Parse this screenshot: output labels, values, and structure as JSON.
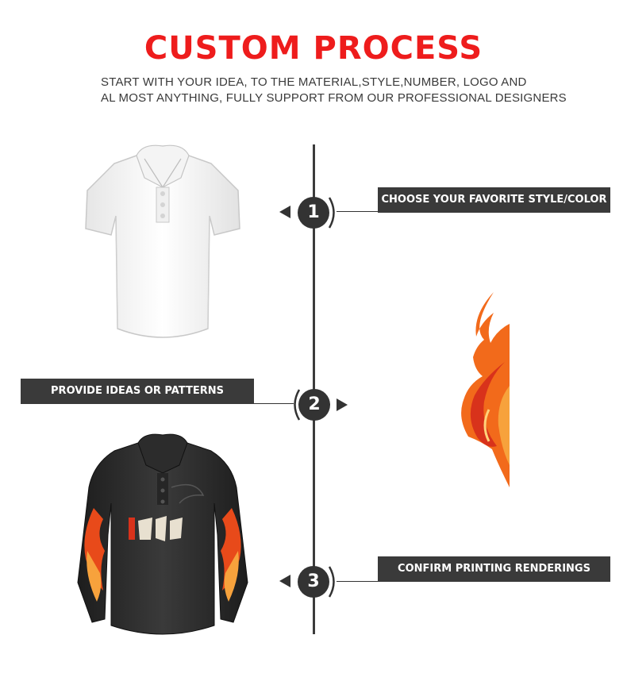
{
  "header": {
    "title": "CUSTOM PROCESS",
    "subtitle_line1": "START WITH YOUR IDEA, TO THE MATERIAL,STYLE,NUMBER, LOGO AND",
    "subtitle_line2": "AL MOST ANYTHING, FULLY SUPPORT FROM OUR PROFESSIONAL DESIGNERS",
    "title_color": "#ee1c1c"
  },
  "steps": [
    {
      "number": "1",
      "label": "CHOOSE YOUR FAVORITE STYLE/COLOR"
    },
    {
      "number": "2",
      "label": "PROVIDE IDEAS OR PATTERNS"
    },
    {
      "number": "3",
      "label": "CONFIRM PRINTING RENDERINGS"
    }
  ],
  "images": {
    "white_polo": "white-polo-shirt",
    "flame_pattern": "flame-pattern",
    "black_jersey": "black-long-sleeve-jersey"
  },
  "colors": {
    "step_circle": "#333333",
    "label_bg": "#3a3a3a",
    "flame_orange": "#f26a1b",
    "flame_red": "#d8321b"
  }
}
